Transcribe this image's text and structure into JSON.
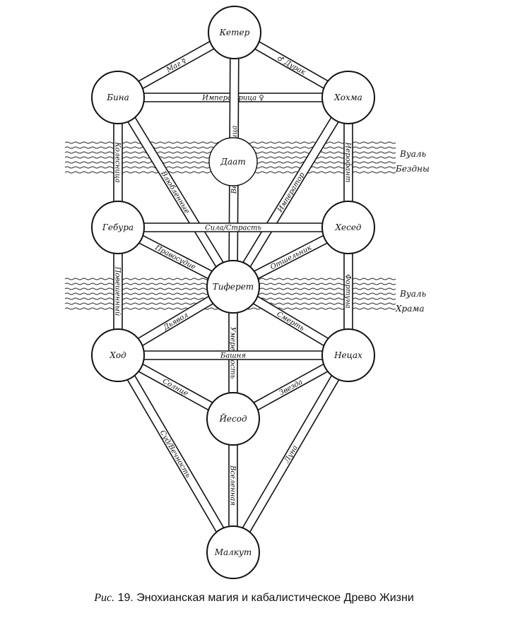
{
  "caption": {
    "prefix": "Рис.",
    "text": "19. Энохианская магия и кабалистическое Древо Жизни"
  },
  "veils": [
    {
      "line1": "Вуаль",
      "line2": "Бездны"
    },
    {
      "line1": "Вуаль",
      "line2": "Храма"
    }
  ],
  "nodes": {
    "keter": "Кетер",
    "hokhma": "Хохма",
    "bina": "Бина",
    "daat": "Даат",
    "hesed": "Хесед",
    "gebura": "Гебура",
    "tiferet": "Тиферет",
    "netsah": "Нецах",
    "hod": "Ход",
    "yesod": "Йесод",
    "malkhut": "Малкут"
  },
  "paths": {
    "keter_bina": "Маг ☿",
    "keter_hokhma": "♂ Дурак",
    "hokhma_bina": "Императрица ♀",
    "keter_tiferet": "Верховная жрица",
    "bina_gebura": "Колесница",
    "bina_tiferet": "Влюбленные",
    "hokhma_tiferet": "Император",
    "hokhma_hesed": "Иерофант",
    "hesed_gebura": "Сила/Страсть",
    "gebura_tiferet": "Правосудие",
    "hesed_tiferet": "Отшельник",
    "gebura_hod": "Повешенный",
    "hesed_netsah": "Фортуна",
    "tiferet_hod": "Дьявол",
    "tiferet_netsah": "Смерть",
    "tiferet_yesod": "Умеренность",
    "hod_netsah": "Башня",
    "hod_yesod": "Солнце",
    "netsah_yesod": "Звезда",
    "hod_malkhut": "Суд/Вечность",
    "yesod_malkhut": "Вселенная",
    "netsah_malkhut": "Луна"
  }
}
